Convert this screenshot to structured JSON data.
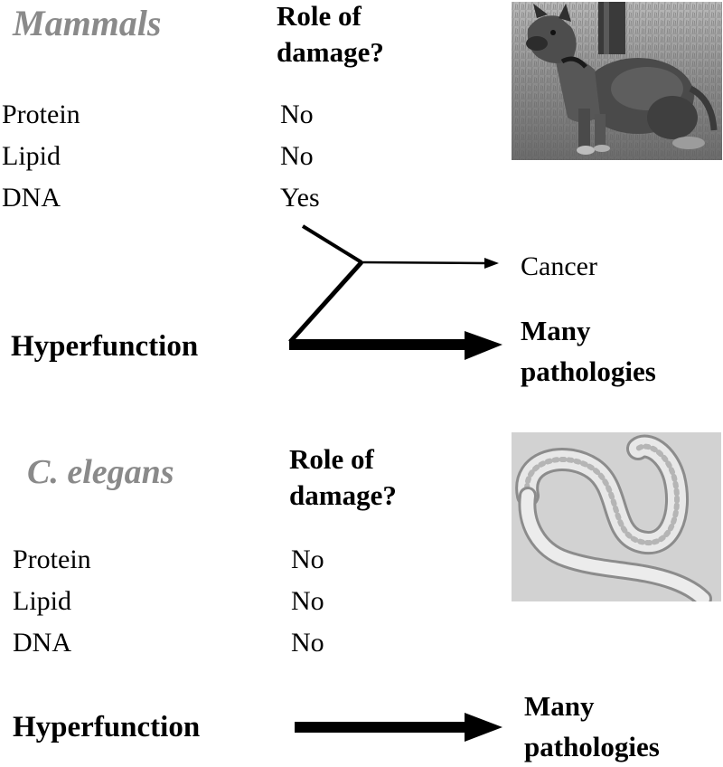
{
  "mammals": {
    "title": "Mammals",
    "role_header": [
      "Role of",
      "damage?"
    ],
    "rows": [
      {
        "label": "Protein",
        "value": "No"
      },
      {
        "label": "Lipid",
        "value": "No"
      },
      {
        "label": "DNA",
        "value": "Yes"
      }
    ],
    "cancer_label": "Cancer",
    "hyperfunction_label": "Hyperfunction",
    "outcome_label": [
      "Many",
      "pathologies"
    ]
  },
  "elegans": {
    "title": "C. elegans",
    "role_header": [
      "Role of",
      "damage?"
    ],
    "rows": [
      {
        "label": "Protein",
        "value": "No"
      },
      {
        "label": "Lipid",
        "value": "No"
      },
      {
        "label": "DNA",
        "value": "No"
      }
    ],
    "hyperfunction_label": "Hyperfunction",
    "outcome_label": [
      "Many",
      "pathologies"
    ]
  },
  "colors": {
    "species_title": "#8a8a8a",
    "line": "#000000"
  }
}
